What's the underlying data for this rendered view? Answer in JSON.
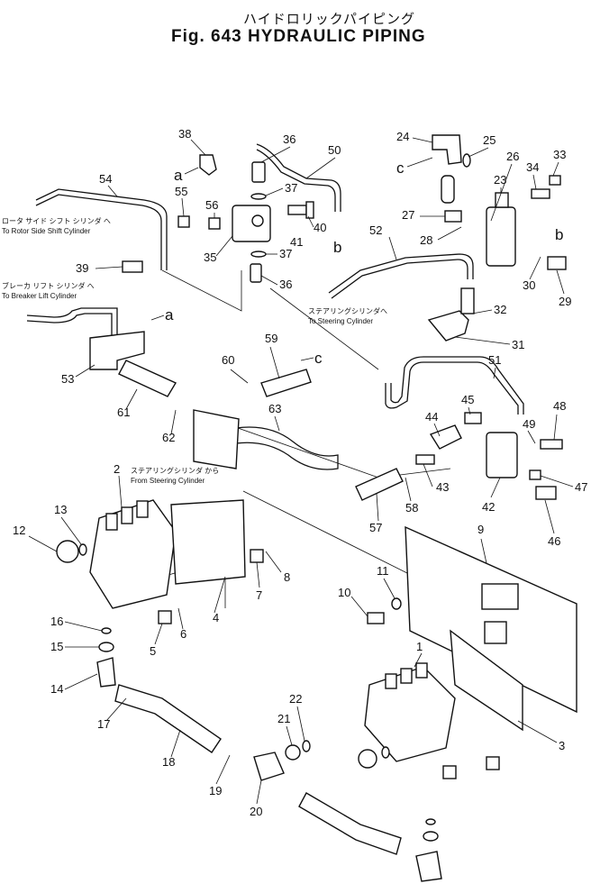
{
  "header": {
    "title_jp": "ハイドロリックパイピング",
    "title_en": "Fig. 643 HYDRAULIC PIPING"
  },
  "notes": {
    "rotor_jp": "ロータ サイド シフト シリンダ へ",
    "rotor_en": "To Rotor Side Shift Cylinder",
    "breaker_jp": "ブレーカ リフト シリンダ へ",
    "breaker_en": "To Breaker Lift Cylinder",
    "steer_to_jp": "ステアリングシリンダへ",
    "steer_to_en": "To Steering Cylinder",
    "steer_from_jp": "ステアリングシリンダ から",
    "steer_from_en": "From Steering Cylinder"
  },
  "letters": {
    "a": "a",
    "b": "b",
    "c": "c"
  },
  "part_numbers": [
    "1",
    "2",
    "3",
    "4",
    "5",
    "6",
    "7",
    "8",
    "9",
    "10",
    "11",
    "12",
    "13",
    "14",
    "15",
    "16",
    "17",
    "18",
    "19",
    "20",
    "21",
    "22",
    "23",
    "24",
    "25",
    "26",
    "27",
    "28",
    "29",
    "30",
    "31",
    "32",
    "33",
    "34",
    "35",
    "36",
    "37",
    "38",
    "39",
    "40",
    "41",
    "42",
    "43",
    "44",
    "45",
    "46",
    "47",
    "48",
    "49",
    "50",
    "51",
    "52",
    "53",
    "54",
    "55",
    "56",
    "57",
    "58",
    "59",
    "60",
    "61",
    "62",
    "63"
  ]
}
